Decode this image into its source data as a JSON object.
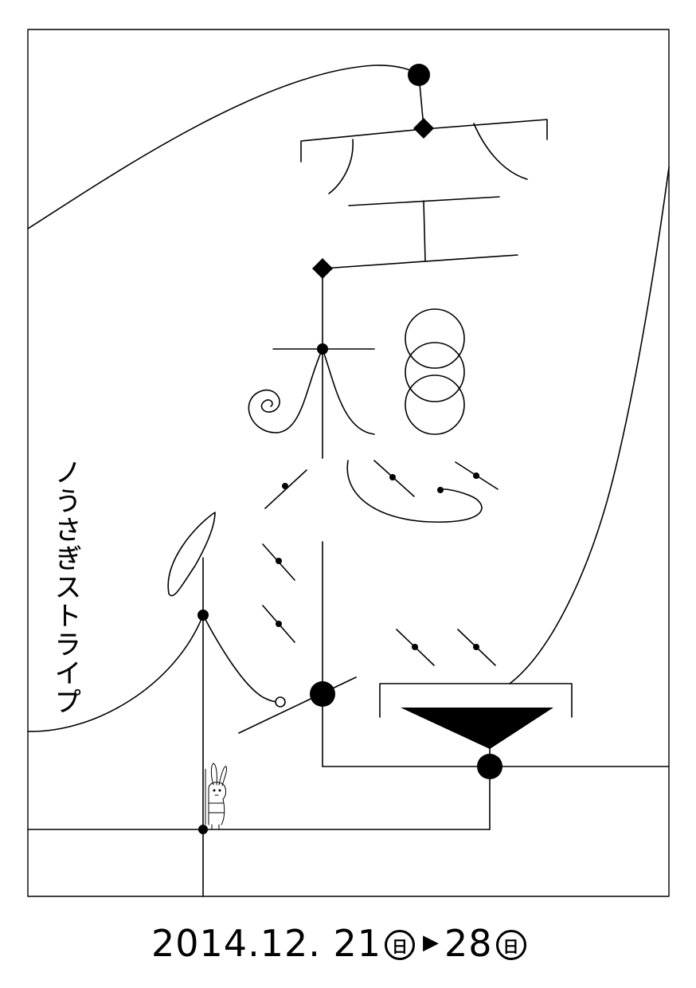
{
  "poster": {
    "vertical_title": "ノうさぎストライプ",
    "date": {
      "start": "2014.12. 21",
      "start_day": "日",
      "separator": "▶",
      "end": "28",
      "end_day": "日"
    }
  },
  "colors": {
    "ink": "#000000",
    "paper": "#ffffff"
  },
  "icons": {
    "rabbit": "rabbit-illustration"
  }
}
